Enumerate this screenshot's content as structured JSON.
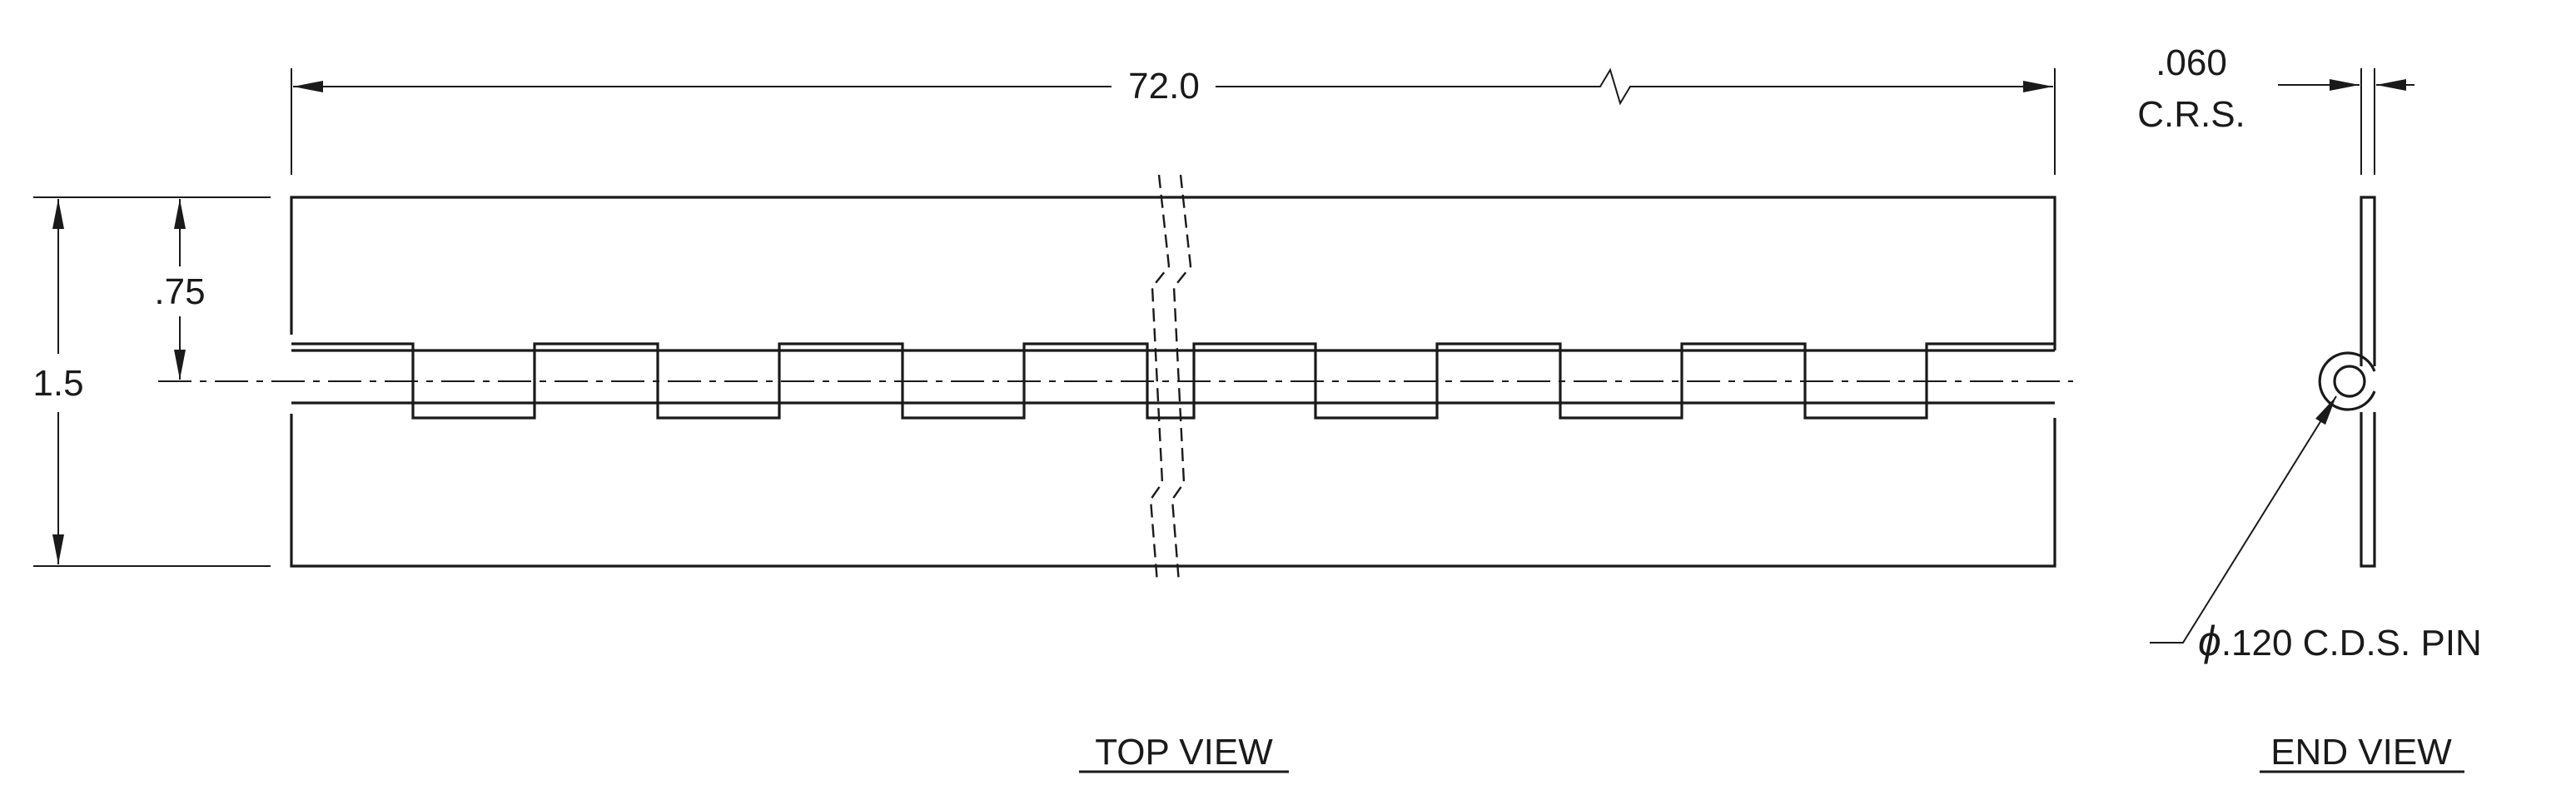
{
  "dimensions": {
    "overall_length": "72.0",
    "overall_width": "1.5",
    "leaf_width": ".75",
    "thickness_value": ".060",
    "thickness_material": "C.R.S."
  },
  "callouts": {
    "pin_symbol": "ϕ",
    "pin": ".120 C.D.S. PIN"
  },
  "views": {
    "top": "TOP VIEW",
    "end": "END VIEW"
  },
  "colors": {
    "line": "#1a1a1a",
    "background": "#ffffff"
  }
}
